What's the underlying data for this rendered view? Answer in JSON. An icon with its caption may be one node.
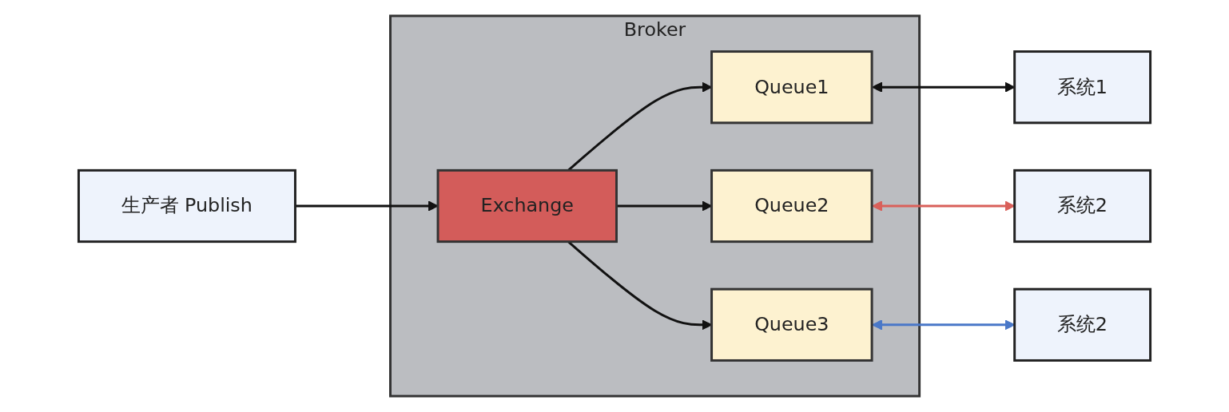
{
  "diagram": {
    "nodes": [
      {
        "text": [
          "生产者 Publish"
        ]
      },
      {
        "text": [
          "Broker"
        ]
      },
      {
        "text": [
          "Exchange"
        ],
        "in": 1
      },
      {
        "text": [
          "Queue1"
        ],
        "in": 1
      },
      {
        "text": [
          "Queue2"
        ],
        "in": 1
      },
      {
        "text": [
          "Queue3"
        ],
        "in": 1
      },
      {
        "text": [
          "系统1"
        ]
      },
      {
        "text": [
          "系统2"
        ]
      },
      {
        "text": [
          "系统2"
        ]
      }
    ],
    "edges": [
      {
        "from": 0,
        "to": 2,
        "arrow": "to"
      },
      {
        "from": 2,
        "to": 3,
        "arrow": "to"
      },
      {
        "from": 2,
        "to": 4,
        "arrow": "to"
      },
      {
        "from": 2,
        "to": 5,
        "arrow": "to"
      },
      {
        "from": 3,
        "to": 6,
        "arrow": "both"
      },
      {
        "from": 4,
        "to": 7,
        "arrow": "both",
        "color": "#d9605a"
      },
      {
        "from": 5,
        "to": 8,
        "arrow": "both",
        "color": "#4a78c8"
      }
    ]
  }
}
